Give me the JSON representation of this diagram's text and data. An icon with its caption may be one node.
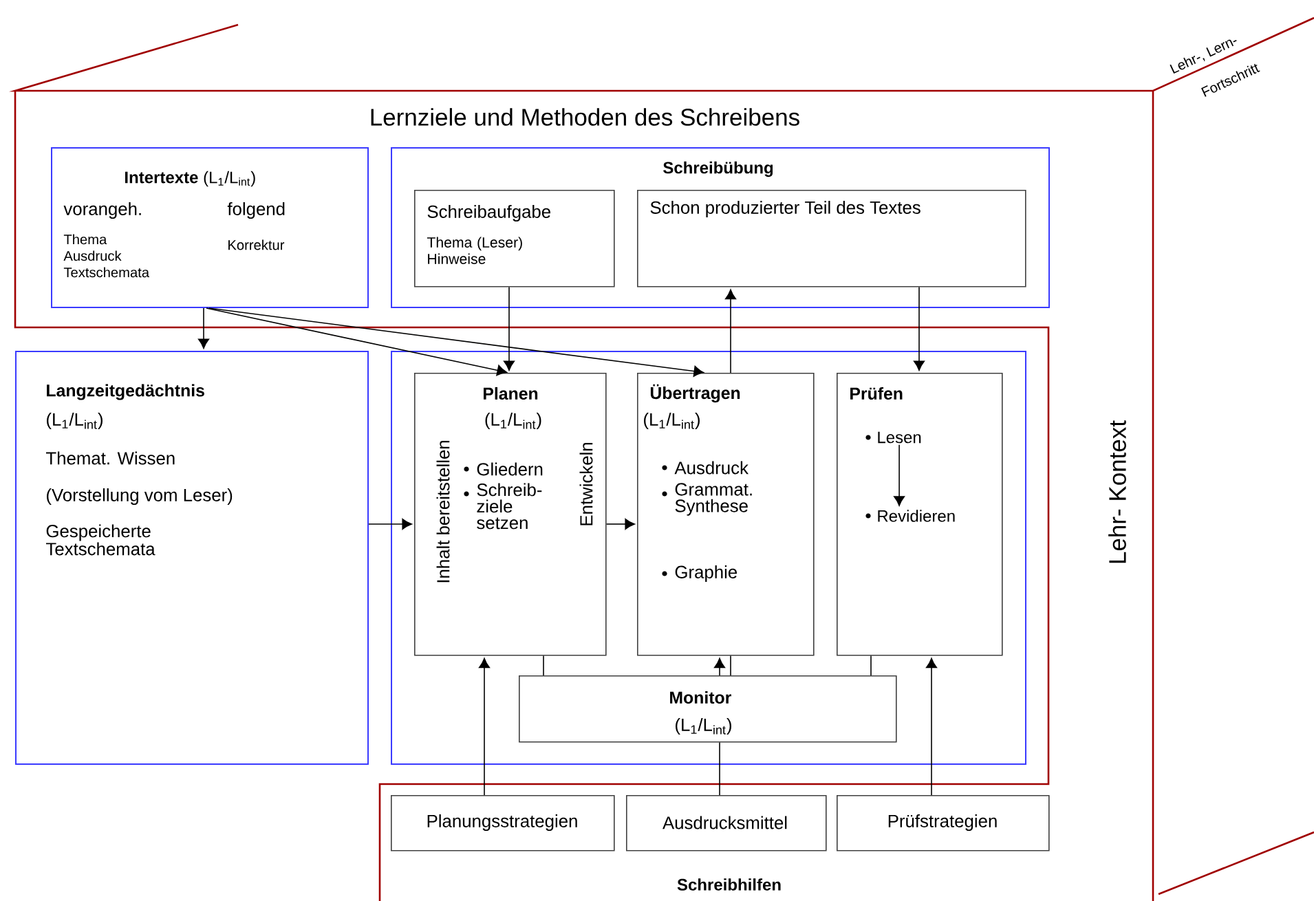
{
  "diagram": {
    "nodes": [
      {
        "text": [
          "**Intertexte** (L$_{1}$/L$_{int}$)",
          "vorangeh.",
          "folgend",
          "Thema Ausdruck Textschemata",
          "Korrektur"
        ]
      },
      {
        "text": [
          "Schreibübung"
        ]
      },
      {
        "text": [
          "Schreibaufgabe",
          "Thema (Leser) Hinweise"
        ],
        "in": 1
      },
      {
        "text": [
          "Schon produzierter Teil des Textes"
        ],
        "in": 1
      },
      {
        "text": [
          "Langzeitgedächtnis",
          "(L$_{1}$/L$_{int}$)",
          "Themat. Wissen",
          "(Vorstellung vom Leser)",
          "Gespeicherte Textschemata"
        ]
      },
      {
        "text": [],
        "shape": "box"
      },
      {
        "text": [
          "Planen",
          "(L$_{1}$/L$_{int}$)",
          "Inhalt bereitstellen",
          "Gliedern",
          "Schreib- ziele setzen",
          "Entwickeln"
        ],
        "in": 5
      },
      {
        "text": [
          "Übertragen",
          "(L$_{1}$/L$_{int}$)",
          "Ausdruck",
          "Grammat. Synthese",
          "Graphie"
        ],
        "in": 5
      },
      {
        "text": [
          "Prüfen"
        ],
        "in": 5
      },
      {
        "text": [
          "Lesen"
        ],
        "in": 8
      },
      {
        "text": [
          "Revidieren"
        ],
        "in": 8
      },
      {
        "text": [
          "Monitor",
          "(L$_{1}$/L$_{int}$)"
        ],
        "in": 5
      },
      {
        "text": [
          "Planungsstrategien"
        ]
      },
      {
        "text": [
          "Ausdrucksmittel"
        ]
      },
      {
        "text": [
          "Prüfstrategien"
        ]
      }
    ],
    "edges": [
      {
        "from": 0,
        "to": 4,
        "arrow": "to"
      },
      {
        "from": 0,
        "to": 6,
        "arrow": "to"
      },
      {
        "from": 0,
        "to": 7,
        "arrow": "to"
      },
      {
        "from": 2,
        "to": 6,
        "arrow": "to"
      },
      {
        "from": 7,
        "to": 3,
        "arrow": "to"
      },
      {
        "from": 3,
        "to": 8,
        "arrow": "to"
      },
      {
        "from": 4,
        "to": 6,
        "arrow": "to"
      },
      {
        "from": 6,
        "to": 7,
        "arrow": "to"
      },
      {
        "from": 9,
        "to": 10,
        "arrow": "to"
      },
      {
        "from": 12,
        "to": 6,
        "arrow": "to"
      },
      {
        "from": 13,
        "to": 11,
        "arrow": "none"
      },
      {
        "from": 11,
        "to": 7,
        "arrow": "to"
      },
      {
        "from": 11,
        "to": 7,
        "arrow": "none"
      },
      {
        "from": 11,
        "to": 6,
        "arrow": "none"
      },
      {
        "from": 11,
        "to": 8,
        "arrow": "none"
      },
      {
        "from": 14,
        "to": 8,
        "arrow": "to"
      }
    ],
    "labels": [
      "Lernziele und Methoden des Schreibens",
      "Lehr-, Lern-",
      "Fortschritt",
      "Lehr- Kontext",
      "Schreibhilfen"
    ]
  }
}
